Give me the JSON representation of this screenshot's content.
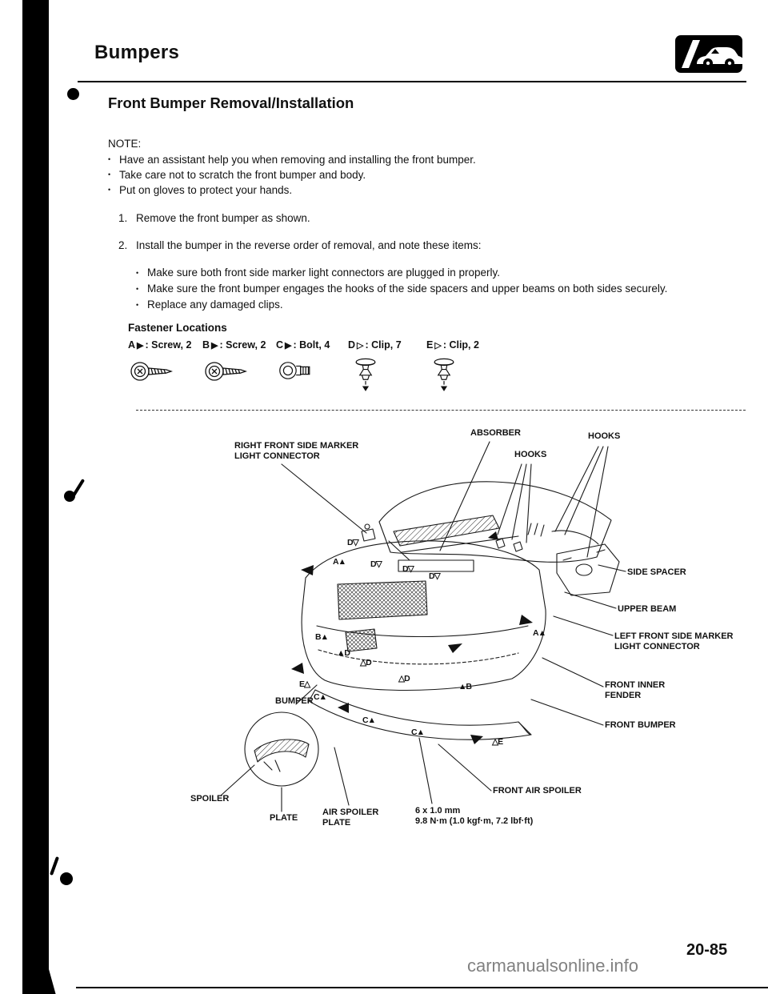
{
  "header": {
    "title": "Bumpers"
  },
  "section": {
    "title": "Front Bumper Removal/Installation"
  },
  "note": {
    "label": "NOTE:",
    "items": [
      "Have an assistant help you when removing and installing the front bumper.",
      "Take care not to scratch the front bumper and body.",
      "Put on gloves to protect your hands."
    ]
  },
  "steps": {
    "step1_num": "1.",
    "step1_text": "Remove the front bumper as shown.",
    "step2_num": "2.",
    "step2_text": "Install the bumper in the reverse order of removal, and note these items:",
    "step2_items": [
      "Make sure both front side marker light connectors are plugged in properly.",
      "Make sure the front bumper engages the hooks of the side spacers and upper beams on both sides securely.",
      "Replace any damaged clips."
    ]
  },
  "fasteners": {
    "heading": "Fastener Locations",
    "legend": [
      {
        "letter": "A",
        "tri": "▶",
        "desc": ": Screw, 2",
        "icon": "screw-icon"
      },
      {
        "letter": "B",
        "tri": "▶",
        "desc": ": Screw, 2",
        "icon": "screw-icon"
      },
      {
        "letter": "C",
        "tri": "▶",
        "desc": ": Bolt, 4",
        "icon": "bolt-icon"
      },
      {
        "letter": "D",
        "tri": "▷",
        "desc": ": Clip, 7",
        "icon": "clip-icon"
      },
      {
        "letter": "E",
        "tri": "▷",
        "desc": ": Clip, 2",
        "icon": "clip-icon"
      }
    ]
  },
  "diagram": {
    "labels": {
      "right_marker": "RIGHT FRONT SIDE MARKER\nLIGHT CONNECTOR",
      "absorber": "ABSORBER",
      "hooks_left": "HOOKS",
      "hooks_right": "HOOKS",
      "side_spacer": "SIDE SPACER",
      "upper_beam": "UPPER BEAM",
      "left_marker": "LEFT FRONT SIDE MARKER\nLIGHT CONNECTOR",
      "front_inner_fender": "FRONT INNER\nFENDER",
      "front_bumper": "FRONT BUMPER",
      "bumper": "BUMPER",
      "spoiler": "SPOILER",
      "plate": "PLATE",
      "air_spoiler_plate": "AIR SPOILER\nPLATE",
      "front_air_spoiler": "FRONT AIR SPOILER",
      "bolt_spec": "6 x 1.0 mm\n9.8 N·m (1.0 kgf·m, 7.2 lbf·ft)"
    },
    "markers": [
      "D▽",
      "A▲",
      "D▽",
      "D▽",
      "D▽",
      "A▲",
      "B▲",
      "▲D",
      "△D",
      "E△",
      "C▲",
      "△D",
      "▲B",
      "C▲",
      "C▲",
      "△E"
    ]
  },
  "footer": {
    "page_number": "20-85",
    "watermark": "carmanualsonline.info"
  }
}
